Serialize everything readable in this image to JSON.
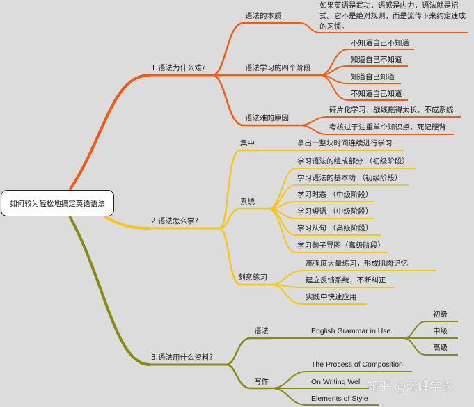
{
  "root": "如何较为轻松地搞定英语语法",
  "colors": {
    "orange": "#f05a14",
    "yellow": "#f5c518",
    "olive": "#8a8a12",
    "background": "#dcdcdc"
  },
  "branches": [
    {
      "label": "1.语法为什么难?",
      "color": "#f05a14",
      "children": [
        {
          "label": "语法的本质",
          "note": "如果英语是武功，语感是内力，语法就是招式。它不是绝对规则，而是流传下来约定速成的习惯。"
        },
        {
          "label": "语法学习的四个阶段",
          "items": [
            "不知道自己不知道",
            "知道自己不知道",
            "知道自己知道",
            "不知道自己知道"
          ]
        },
        {
          "label": "语法难的原因",
          "items": [
            "碎片化学习，战线拖得太长，不成系统",
            "考核过于注重单个知识点，死记硬背"
          ]
        }
      ]
    },
    {
      "label": "2.语法怎么学?",
      "color": "#f5c518",
      "children": [
        {
          "label": "集中",
          "items": [
            "拿出一整块时间连续进行学习"
          ]
        },
        {
          "label": "系统",
          "items": [
            "学习语法的组成部分 （初级阶段）",
            "学习语法的基本功 （初级阶段）",
            "学习时态 （中级阶段）",
            "学习短语 （中级阶段）",
            "学习从句 （高级阶段）",
            "学习句子导图（高级阶段）"
          ]
        },
        {
          "label": "刻意练习",
          "items": [
            "高强度大量练习，形成肌肉记忆",
            "建立反馈系统，不断纠正",
            "实践中快速应用"
          ]
        }
      ]
    },
    {
      "label": "3.语法用什么资料?",
      "color": "#8a8a12",
      "children": [
        {
          "label": "语法",
          "items": [
            "English Grammar in Use"
          ],
          "levels": [
            "初级",
            "中级",
            "高级"
          ]
        },
        {
          "label": "写作",
          "items": [
            "The Process of Composition",
            "On Writing Well",
            "Elements of Style"
          ]
        }
      ]
    }
  ],
  "watermark": "知乎 @潇峰学长"
}
